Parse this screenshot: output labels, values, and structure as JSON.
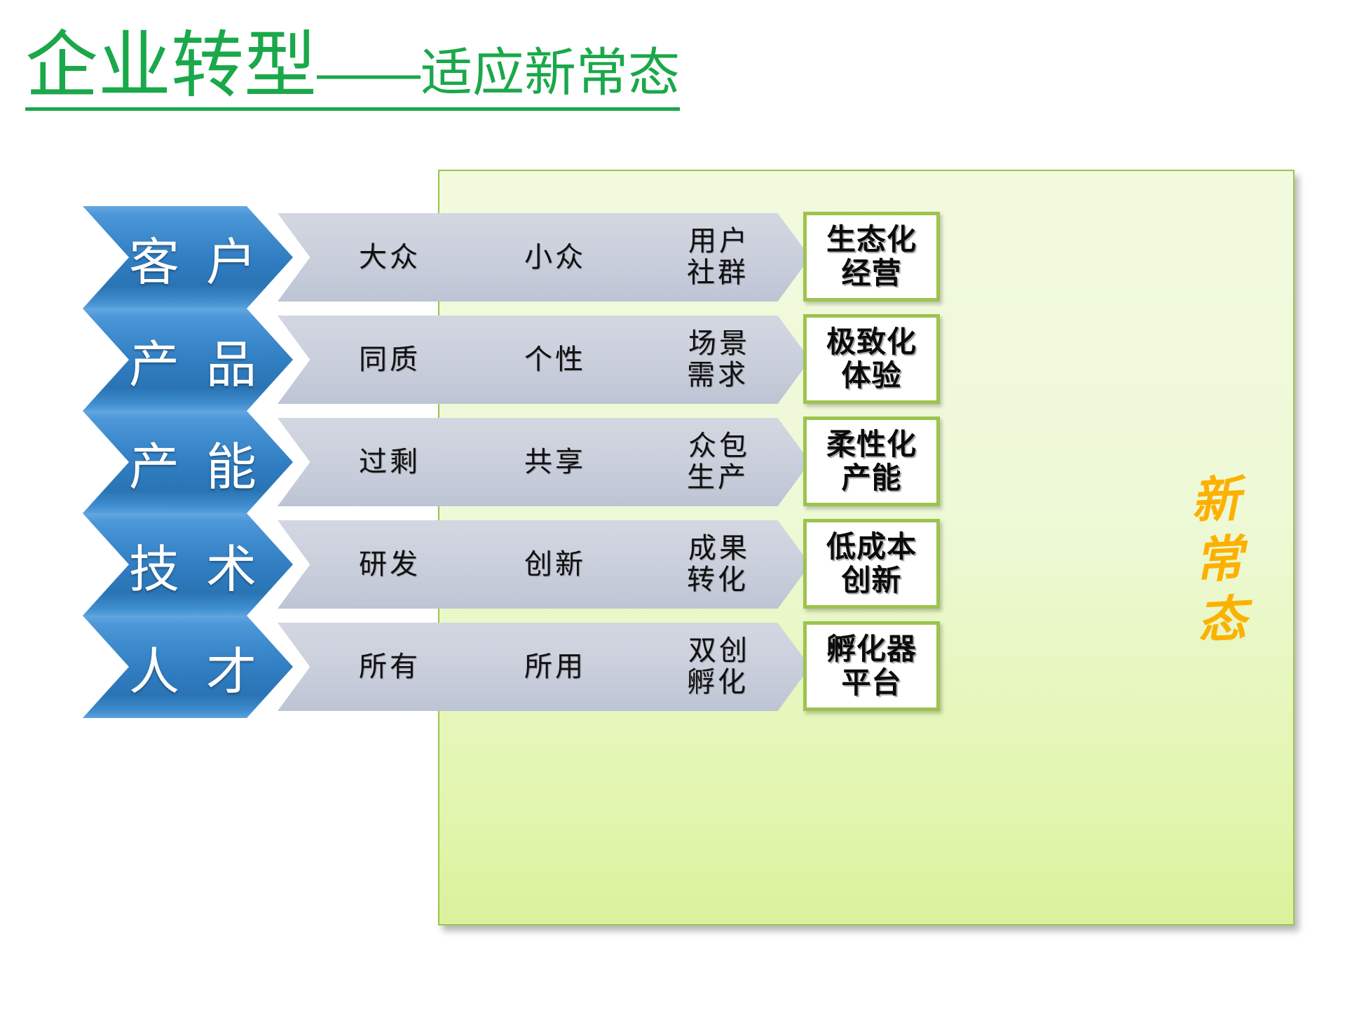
{
  "title": {
    "main": "企业转型",
    "dash_and_sub": "——适应新常态"
  },
  "colors": {
    "title_green": "#1aa84a",
    "panel_border_green": "#9dc44d",
    "panel_fill_green": "#eef9d7",
    "blue_chevron": "#2f7cc0",
    "grey_chevron": "#ccd1dd",
    "gold_text": "#fcb100"
  },
  "panel": {
    "note_vertical": [
      "新",
      "常",
      "态"
    ]
  },
  "rows": [
    {
      "category": "客 户",
      "stage1": "大众",
      "stage2": "小众",
      "stage3": "用户\n社群",
      "stage3_lines": [
        "用户",
        "社群"
      ],
      "outcome_lines": [
        "生态化",
        "经营"
      ]
    },
    {
      "category": "产 品",
      "stage1": "同质",
      "stage2": "个性",
      "stage3_lines": [
        "场景",
        "需求"
      ],
      "outcome_lines": [
        "极致化",
        "体验"
      ]
    },
    {
      "category": "产 能",
      "stage1": "过剩",
      "stage2": "共享",
      "stage3_lines": [
        "众包",
        "生产"
      ],
      "outcome_lines": [
        "柔性化",
        "产能"
      ]
    },
    {
      "category": "技 术",
      "stage1": "研发",
      "stage2": "创新",
      "stage3_lines": [
        "成果",
        "转化"
      ],
      "outcome_lines": [
        "低成本",
        "创新"
      ]
    },
    {
      "category": "人 才",
      "stage1": "所有",
      "stage2": "所用",
      "stage3_lines": [
        "双创",
        "孵化"
      ],
      "outcome_lines": [
        "孵化器",
        "平台"
      ]
    }
  ]
}
